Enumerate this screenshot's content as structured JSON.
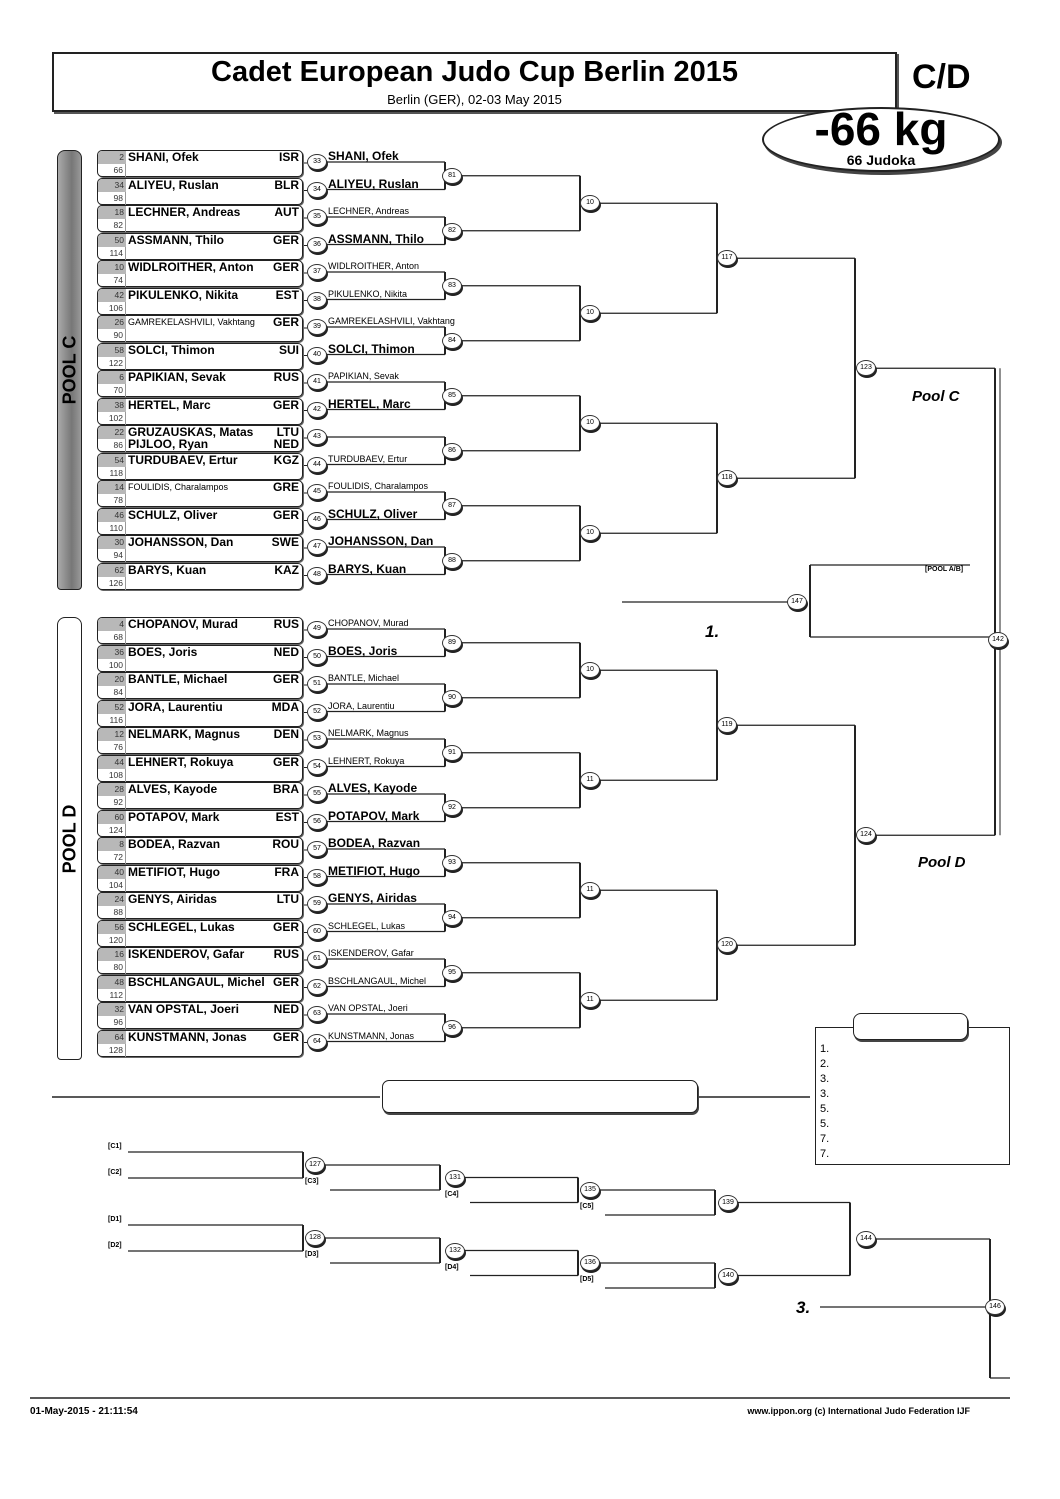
{
  "header": {
    "title": "Cadet European Judo Cup Berlin 2015",
    "subtitle": "Berlin (GER), 02-03 May 2015",
    "pools_code": "C/D",
    "weight": "-66 kg",
    "count": "66 Judoka"
  },
  "pools": [
    {
      "label": "POOL C",
      "final_label": "Pool C",
      "entries": [
        {
          "seed": "2",
          "draw": "66",
          "name": "SHANI, Ofek",
          "country": "ISR"
        },
        {
          "seed": "34",
          "draw": "98",
          "name": "ALIYEU, Ruslan",
          "country": "BLR"
        },
        {
          "seed": "18",
          "draw": "82",
          "name": "LECHNER, Andreas",
          "country": "AUT"
        },
        {
          "seed": "50",
          "draw": "114",
          "name": "ASSMANN, Thilo",
          "country": "GER"
        },
        {
          "seed": "10",
          "draw": "74",
          "name": "WIDLROITHER, Anton",
          "country": "GER"
        },
        {
          "seed": "42",
          "draw": "106",
          "name": "PIKULENKO, Nikita",
          "country": "EST"
        },
        {
          "seed": "26",
          "draw": "90",
          "name": "GAMREKELASHVILI, Vakhtang",
          "country": "GER"
        },
        {
          "seed": "58",
          "draw": "122",
          "name": "SOLCI, Thimon",
          "country": "SUI"
        },
        {
          "seed": "6",
          "draw": "70",
          "name": "PAPIKIAN, Sevak",
          "country": "RUS"
        },
        {
          "seed": "38",
          "draw": "102",
          "name": "HERTEL, Marc",
          "country": "GER"
        },
        {
          "seed": "22",
          "draw": "86",
          "name": "GRUZAUSKAS, Matas",
          "country": "LTU",
          "name2": "PIJLOO, Ryan",
          "country2": "NED"
        },
        {
          "seed": "54",
          "draw": "118",
          "name": "TURDUBAEV, Ertur",
          "country": "KGZ"
        },
        {
          "seed": "14",
          "draw": "78",
          "name": "FOULIDIS, Charalampos",
          "country": "GRE"
        },
        {
          "seed": "46",
          "draw": "110",
          "name": "SCHULZ, Oliver",
          "country": "GER"
        },
        {
          "seed": "30",
          "draw": "94",
          "name": "JOHANSSON, Dan",
          "country": "SWE"
        },
        {
          "seed": "62",
          "draw": "126",
          "name": "BARYS, Kuan",
          "country": "KAZ"
        }
      ],
      "round1": [
        {
          "no": "33",
          "winner": "SHANI, Ofek",
          "big": true
        },
        {
          "no": "34",
          "winner": "ALIYEU, Ruslan",
          "big": true
        },
        {
          "no": "35",
          "winner": "LECHNER, Andreas",
          "big": false
        },
        {
          "no": "36",
          "winner": "ASSMANN, Thilo",
          "big": true
        },
        {
          "no": "37",
          "winner": "WIDLROITHER, Anton",
          "big": false
        },
        {
          "no": "38",
          "winner": "PIKULENKO, Nikita",
          "big": false
        },
        {
          "no": "39",
          "winner": "GAMREKELASHVILI, Vakhtang",
          "big": false
        },
        {
          "no": "40",
          "winner": "SOLCI, Thimon",
          "big": true
        },
        {
          "no": "41",
          "winner": "PAPIKIAN, Sevak",
          "big": false
        },
        {
          "no": "42",
          "winner": "HERTEL, Marc",
          "big": true
        },
        {
          "no": "43",
          "winner": "",
          "big": false
        },
        {
          "no": "44",
          "winner": "TURDUBAEV, Ertur",
          "big": false
        },
        {
          "no": "45",
          "winner": "FOULIDIS, Charalampos",
          "big": false
        },
        {
          "no": "46",
          "winner": "SCHULZ, Oliver",
          "big": true
        },
        {
          "no": "47",
          "winner": "JOHANSSON, Dan",
          "big": true
        },
        {
          "no": "48",
          "winner": "BARYS, Kuan",
          "big": true
        }
      ],
      "round2": [
        "81",
        "82",
        "83",
        "84",
        "85",
        "86",
        "87",
        "88"
      ],
      "round3": [
        "10",
        "10",
        "10",
        "10"
      ],
      "round4": [
        "117",
        "118"
      ],
      "round5": "123"
    },
    {
      "label": "POOL D",
      "final_label": "Pool D",
      "entries": [
        {
          "seed": "4",
          "draw": "68",
          "name": "CHOPANOV, Murad",
          "country": "RUS"
        },
        {
          "seed": "36",
          "draw": "100",
          "name": "BOES, Joris",
          "country": "NED"
        },
        {
          "seed": "20",
          "draw": "84",
          "name": "BANTLE, Michael",
          "country": "GER"
        },
        {
          "seed": "52",
          "draw": "116",
          "name": "JORA, Laurentiu",
          "country": "MDA"
        },
        {
          "seed": "12",
          "draw": "76",
          "name": "NELMARK, Magnus",
          "country": "DEN"
        },
        {
          "seed": "44",
          "draw": "108",
          "name": "LEHNERT, Rokuya",
          "country": "GER"
        },
        {
          "seed": "28",
          "draw": "92",
          "name": "ALVES, Kayode",
          "country": "BRA"
        },
        {
          "seed": "60",
          "draw": "124",
          "name": "POTAPOV, Mark",
          "country": "EST"
        },
        {
          "seed": "8",
          "draw": "72",
          "name": "BODEA, Razvan",
          "country": "ROU"
        },
        {
          "seed": "40",
          "draw": "104",
          "name": "METIFIOT, Hugo",
          "country": "FRA"
        },
        {
          "seed": "24",
          "draw": "88",
          "name": "GENYS, Airidas",
          "country": "LTU"
        },
        {
          "seed": "56",
          "draw": "120",
          "name": "SCHLEGEL, Lukas",
          "country": "GER"
        },
        {
          "seed": "16",
          "draw": "80",
          "name": "ISKENDEROV, Gafar",
          "country": "RUS"
        },
        {
          "seed": "48",
          "draw": "112",
          "name": "BSCHLANGAUL, Michel",
          "country": "GER"
        },
        {
          "seed": "32",
          "draw": "96",
          "name": "VAN OPSTAL, Joeri",
          "country": "NED"
        },
        {
          "seed": "64",
          "draw": "128",
          "name": "KUNSTMANN, Jonas",
          "country": "GER"
        }
      ],
      "round1": [
        {
          "no": "49",
          "winner": "CHOPANOV, Murad",
          "big": false
        },
        {
          "no": "50",
          "winner": "BOES, Joris",
          "big": true
        },
        {
          "no": "51",
          "winner": "BANTLE, Michael",
          "big": false
        },
        {
          "no": "52",
          "winner": "JORA, Laurentiu",
          "big": false
        },
        {
          "no": "53",
          "winner": "NELMARK, Magnus",
          "big": false
        },
        {
          "no": "54",
          "winner": "LEHNERT, Rokuya",
          "big": false
        },
        {
          "no": "55",
          "winner": "ALVES, Kayode",
          "big": true
        },
        {
          "no": "56",
          "winner": "POTAPOV, Mark",
          "big": true
        },
        {
          "no": "57",
          "winner": "BODEA, Razvan",
          "big": true
        },
        {
          "no": "58",
          "winner": "METIFIOT, Hugo",
          "big": true
        },
        {
          "no": "59",
          "winner": "GENYS, Airidas",
          "big": true
        },
        {
          "no": "60",
          "winner": "SCHLEGEL, Lukas",
          "big": false
        },
        {
          "no": "61",
          "winner": "ISKENDEROV, Gafar",
          "big": false
        },
        {
          "no": "62",
          "winner": "BSCHLANGAUL, Michel",
          "big": false
        },
        {
          "no": "63",
          "winner": "VAN OPSTAL, Joeri",
          "big": false
        },
        {
          "no": "64",
          "winner": "KUNSTMANN, Jonas",
          "big": false
        }
      ],
      "round2": [
        "89",
        "90",
        "91",
        "92",
        "93",
        "94",
        "95",
        "96"
      ],
      "round3": [
        "10",
        "11",
        "11",
        "11"
      ],
      "round4": [
        "119",
        "120"
      ],
      "round5": "124"
    }
  ],
  "final": {
    "semifinal": "142",
    "final": "147",
    "first_label": "1.",
    "other_pool": "[POOL A/B]"
  },
  "repechage": {
    "c_labels": [
      "[C1]",
      "[C2]",
      "[C3]",
      "[C4]",
      "[C5]"
    ],
    "d_labels": [
      "[D1]",
      "[D2]",
      "[D3]",
      "[D4]",
      "[D5]"
    ],
    "c_matches": [
      "127",
      "131",
      "135",
      "139"
    ],
    "d_matches": [
      "128",
      "132",
      "136",
      "140"
    ],
    "bronze_pre": "144",
    "bronze": "146",
    "third_label": "3."
  },
  "results": [
    "1.",
    "2.",
    "3.",
    "3.",
    "5.",
    "5.",
    "7.",
    "7."
  ],
  "footer": {
    "timestamp": "01-May-2015 - 21:11:54",
    "credit": "www.ippon.org  (c) International Judo Federation IJF"
  }
}
